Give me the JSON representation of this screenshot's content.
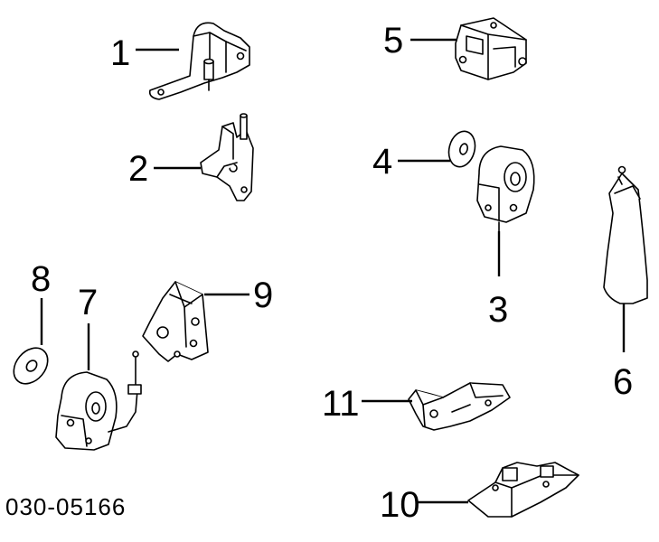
{
  "diagram": {
    "callouts": [
      {
        "id": "1",
        "label": "1"
      },
      {
        "id": "2",
        "label": "2"
      },
      {
        "id": "3",
        "label": "3"
      },
      {
        "id": "4",
        "label": "4"
      },
      {
        "id": "5",
        "label": "5"
      },
      {
        "id": "6",
        "label": "6"
      },
      {
        "id": "7",
        "label": "7"
      },
      {
        "id": "8",
        "label": "8"
      },
      {
        "id": "9",
        "label": "9"
      },
      {
        "id": "10",
        "label": "10"
      },
      {
        "id": "11",
        "label": "11"
      }
    ],
    "catalog_number": "030-05166",
    "ink_color": "#000000",
    "background_color": "#ffffff"
  }
}
